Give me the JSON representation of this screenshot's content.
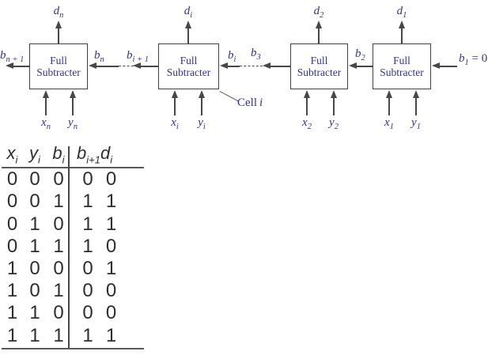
{
  "diagram": {
    "box_text": {
      "line1": "Full",
      "line2": "Subtracter"
    },
    "top_outputs": [
      {
        "base": "d",
        "sub": "n"
      },
      {
        "base": "d",
        "sub": "i"
      },
      {
        "base": "d",
        "sub": "2"
      },
      {
        "base": "d",
        "sub": "1"
      }
    ],
    "inputs": [
      {
        "base": "x",
        "sub": "n"
      },
      {
        "base": "y",
        "sub": "n"
      },
      {
        "base": "x",
        "sub": "i"
      },
      {
        "base": "y",
        "sub": "i"
      },
      {
        "base": "x",
        "sub": "2"
      },
      {
        "base": "y",
        "sub": "2"
      },
      {
        "base": "x",
        "sub": "1"
      },
      {
        "base": "y",
        "sub": "1"
      }
    ],
    "borrow": {
      "out": {
        "base": "b",
        "sub": "n + 1"
      },
      "bn": {
        "base": "b",
        "sub": "n"
      },
      "bi1": {
        "base": "b",
        "sub": "i + 1"
      },
      "bi": {
        "base": "b",
        "sub": "i"
      },
      "b3": {
        "base": "b",
        "sub": "3"
      },
      "b2": {
        "base": "b",
        "sub": "2"
      },
      "b1": {
        "base": "b",
        "sub": "1",
        "suffix": " = 0"
      }
    },
    "cell_label": {
      "text": "Cell",
      "suffix": "i"
    }
  },
  "table": {
    "headers": [
      {
        "base": "x",
        "sub": "i"
      },
      {
        "base": "y",
        "sub": "i"
      },
      {
        "base": "b",
        "sub": "i"
      },
      {
        "base": "b",
        "sub": "i+1"
      },
      {
        "base": "d",
        "sub": "i"
      }
    ],
    "rows": [
      [
        0,
        0,
        0,
        0,
        0
      ],
      [
        0,
        0,
        1,
        1,
        1
      ],
      [
        0,
        1,
        0,
        1,
        1
      ],
      [
        0,
        1,
        1,
        1,
        0
      ],
      [
        1,
        0,
        0,
        0,
        1
      ],
      [
        1,
        0,
        1,
        0,
        0
      ],
      [
        1,
        1,
        0,
        0,
        0
      ],
      [
        1,
        1,
        1,
        1,
        1
      ]
    ],
    "colors": {
      "diagram_text": "#32329b",
      "lines": "#474747",
      "table_text": "#2e2e2e"
    }
  }
}
